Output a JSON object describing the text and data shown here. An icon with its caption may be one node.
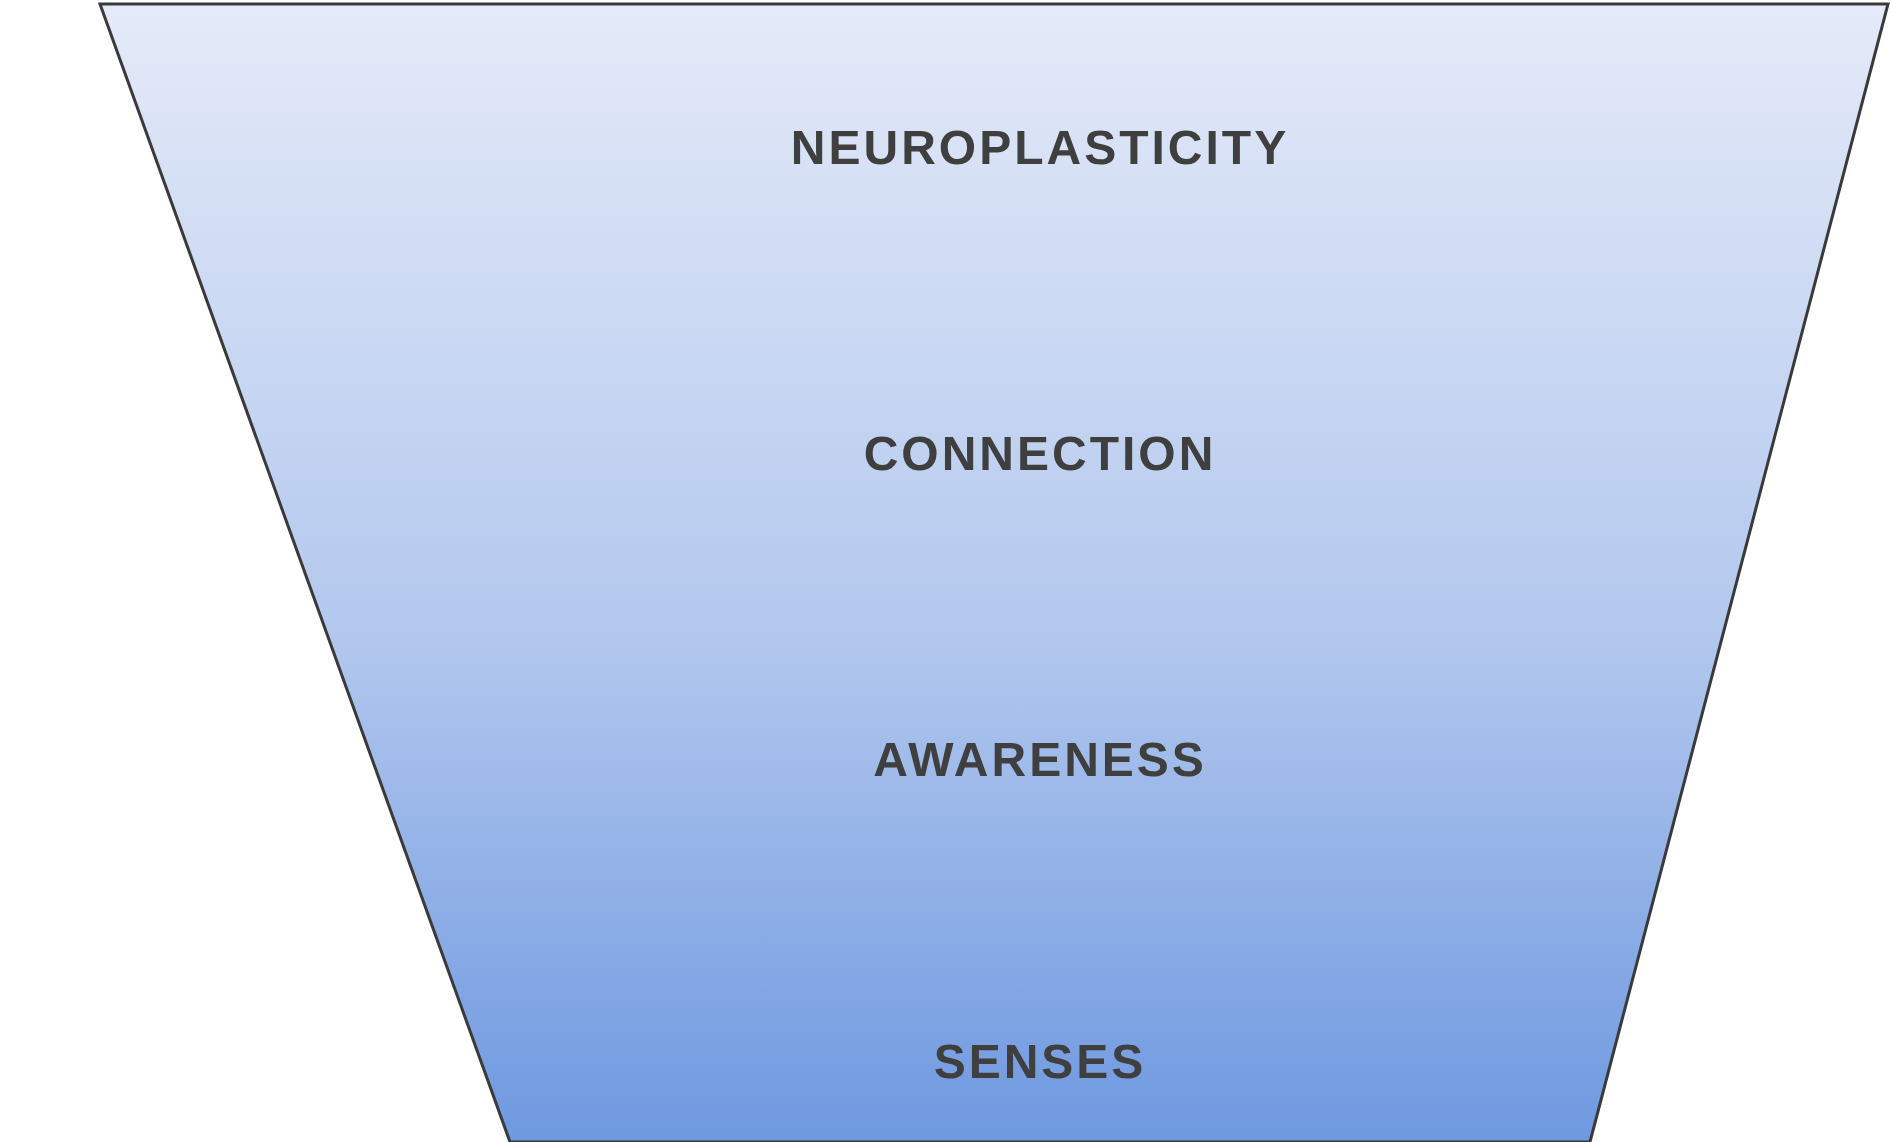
{
  "diagram": {
    "nodes": [
      {
        "text": [
          "NEUROPLASTICITY",
          "CONNECTION",
          "AWARENESS",
          "SENSES"
        ]
      }
    ]
  }
}
